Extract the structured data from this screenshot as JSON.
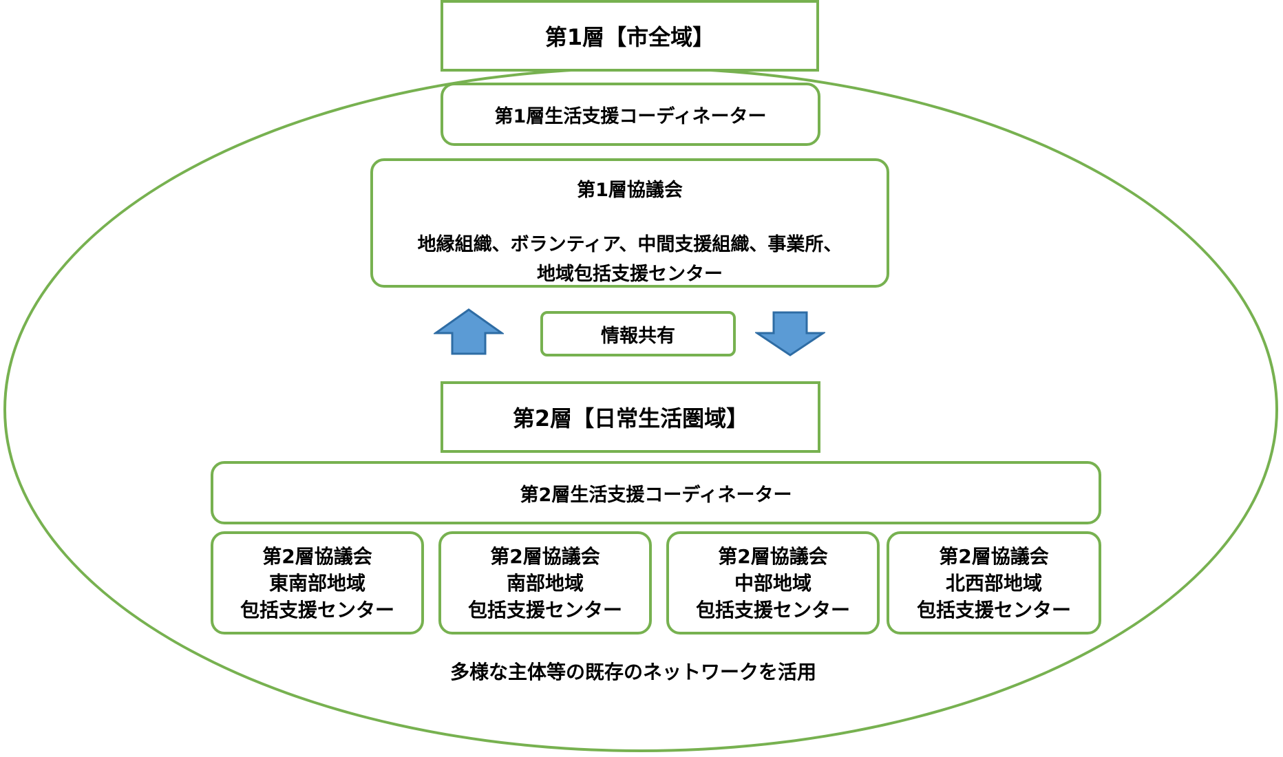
{
  "colors": {
    "border_green": "#77b150",
    "arrow_blue": "#5b9bd5",
    "arrow_outline": "#2e6ca4"
  },
  "layer1": {
    "title": "第1層【市全域】",
    "coordinator": "第1層生活支援コーディネーター",
    "council": {
      "title": "第1層協議会",
      "members_line1": "地縁組織、ボランティア、中間支援組織、事業所、",
      "members_line2": "地域包括支援センター"
    }
  },
  "info_sharing": {
    "label": "情報共有",
    "up_arrow_icon": "up-arrow-icon",
    "down_arrow_icon": "down-arrow-icon"
  },
  "layer2": {
    "title": "第2層【日常生活圏域】",
    "coordinator": "第2層生活支援コーディネーター",
    "councils": [
      {
        "title": "第2層協議会",
        "area": "東南部地域",
        "center": "包括支援センター"
      },
      {
        "title": "第2層協議会",
        "area": "南部地域",
        "center": "包括支援センター"
      },
      {
        "title": "第2層協議会",
        "area": "中部地域",
        "center": "包括支援センター"
      },
      {
        "title": "第2層協議会",
        "area": "北西部地域",
        "center": "包括支援センター"
      }
    ]
  },
  "footer_note": "多様な主体等の既存のネットワークを活用"
}
